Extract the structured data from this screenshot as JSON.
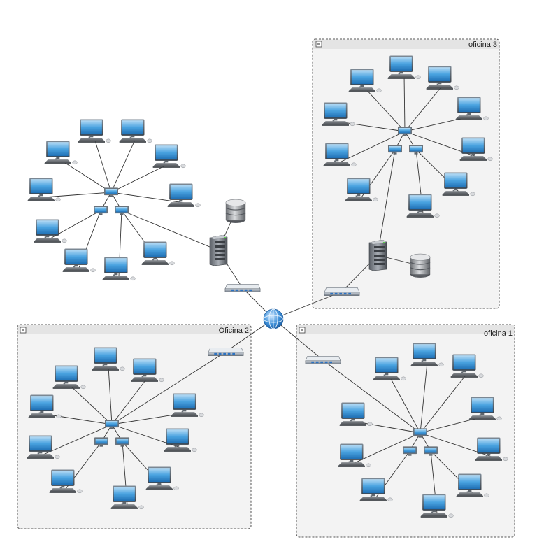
{
  "groups": [
    {
      "id": "g3",
      "label": "oficina 3",
      "collapse_symbol": "minus"
    },
    {
      "id": "g2",
      "label": "Oficina 2",
      "collapse_symbol": "minus"
    },
    {
      "id": "g1",
      "label": "oficina 1",
      "collapse_symbol": "minus"
    }
  ],
  "icons": {
    "workstation": "desktop-computer-icon",
    "hub": "network-hub-icon",
    "switch": "network-switch-icon",
    "server": "server-tower-icon",
    "database": "database-icon",
    "internet": "globe-icon"
  },
  "colors": {
    "group_fill": "#f3f3f3",
    "group_border": "#555555",
    "link": "#333333",
    "screen": "#3d9bdc"
  }
}
